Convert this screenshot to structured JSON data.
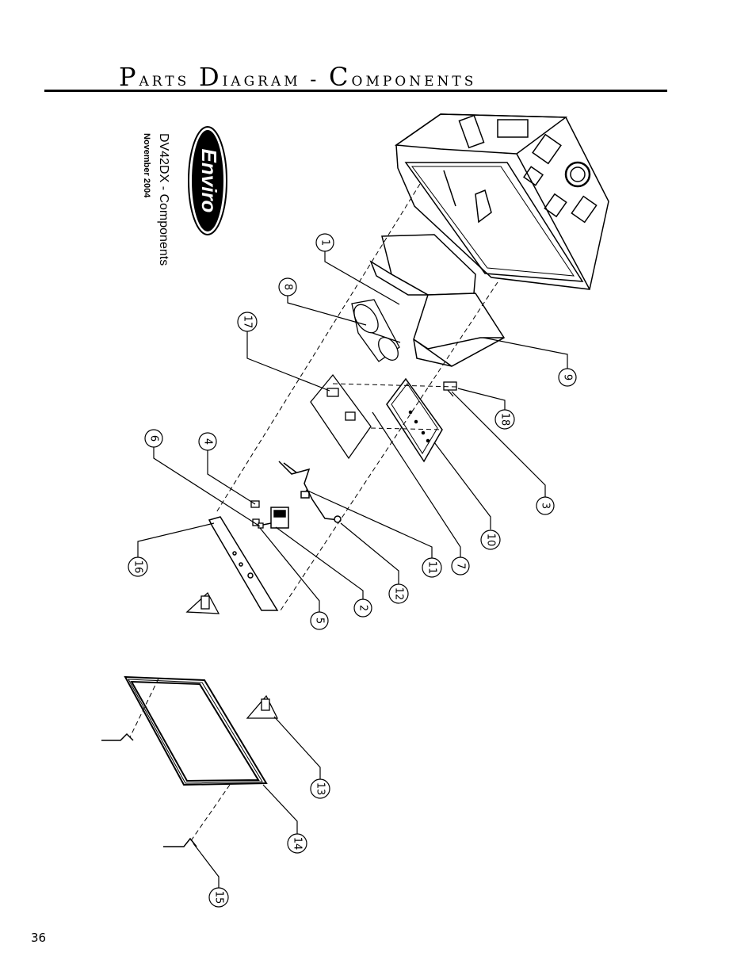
{
  "page": {
    "title_first": "P",
    "title_rest_1": "arts ",
    "title_d": "D",
    "title_rest_2": "iagram - ",
    "title_c": "C",
    "title_rest_3": "omponents",
    "page_number": "36"
  },
  "brand": {
    "logo_text": "Enviro",
    "model_label": "DV42DX - Components",
    "date_label": "November 2004"
  },
  "callouts": [
    {
      "id": "1",
      "label": "1"
    },
    {
      "id": "2",
      "label": "2"
    },
    {
      "id": "3",
      "label": "3"
    },
    {
      "id": "4",
      "label": "4"
    },
    {
      "id": "5",
      "label": "5"
    },
    {
      "id": "6",
      "label": "6"
    },
    {
      "id": "7",
      "label": "7"
    },
    {
      "id": "8",
      "label": "8"
    },
    {
      "id": "9",
      "label": "9"
    },
    {
      "id": "10",
      "label": "10"
    },
    {
      "id": "11",
      "label": "11"
    },
    {
      "id": "12",
      "label": "12"
    },
    {
      "id": "13",
      "label": "13"
    },
    {
      "id": "14",
      "label": "14"
    },
    {
      "id": "15",
      "label": "15"
    },
    {
      "id": "16",
      "label": "16"
    },
    {
      "id": "17",
      "label": "17"
    },
    {
      "id": "18",
      "label": "18"
    }
  ]
}
